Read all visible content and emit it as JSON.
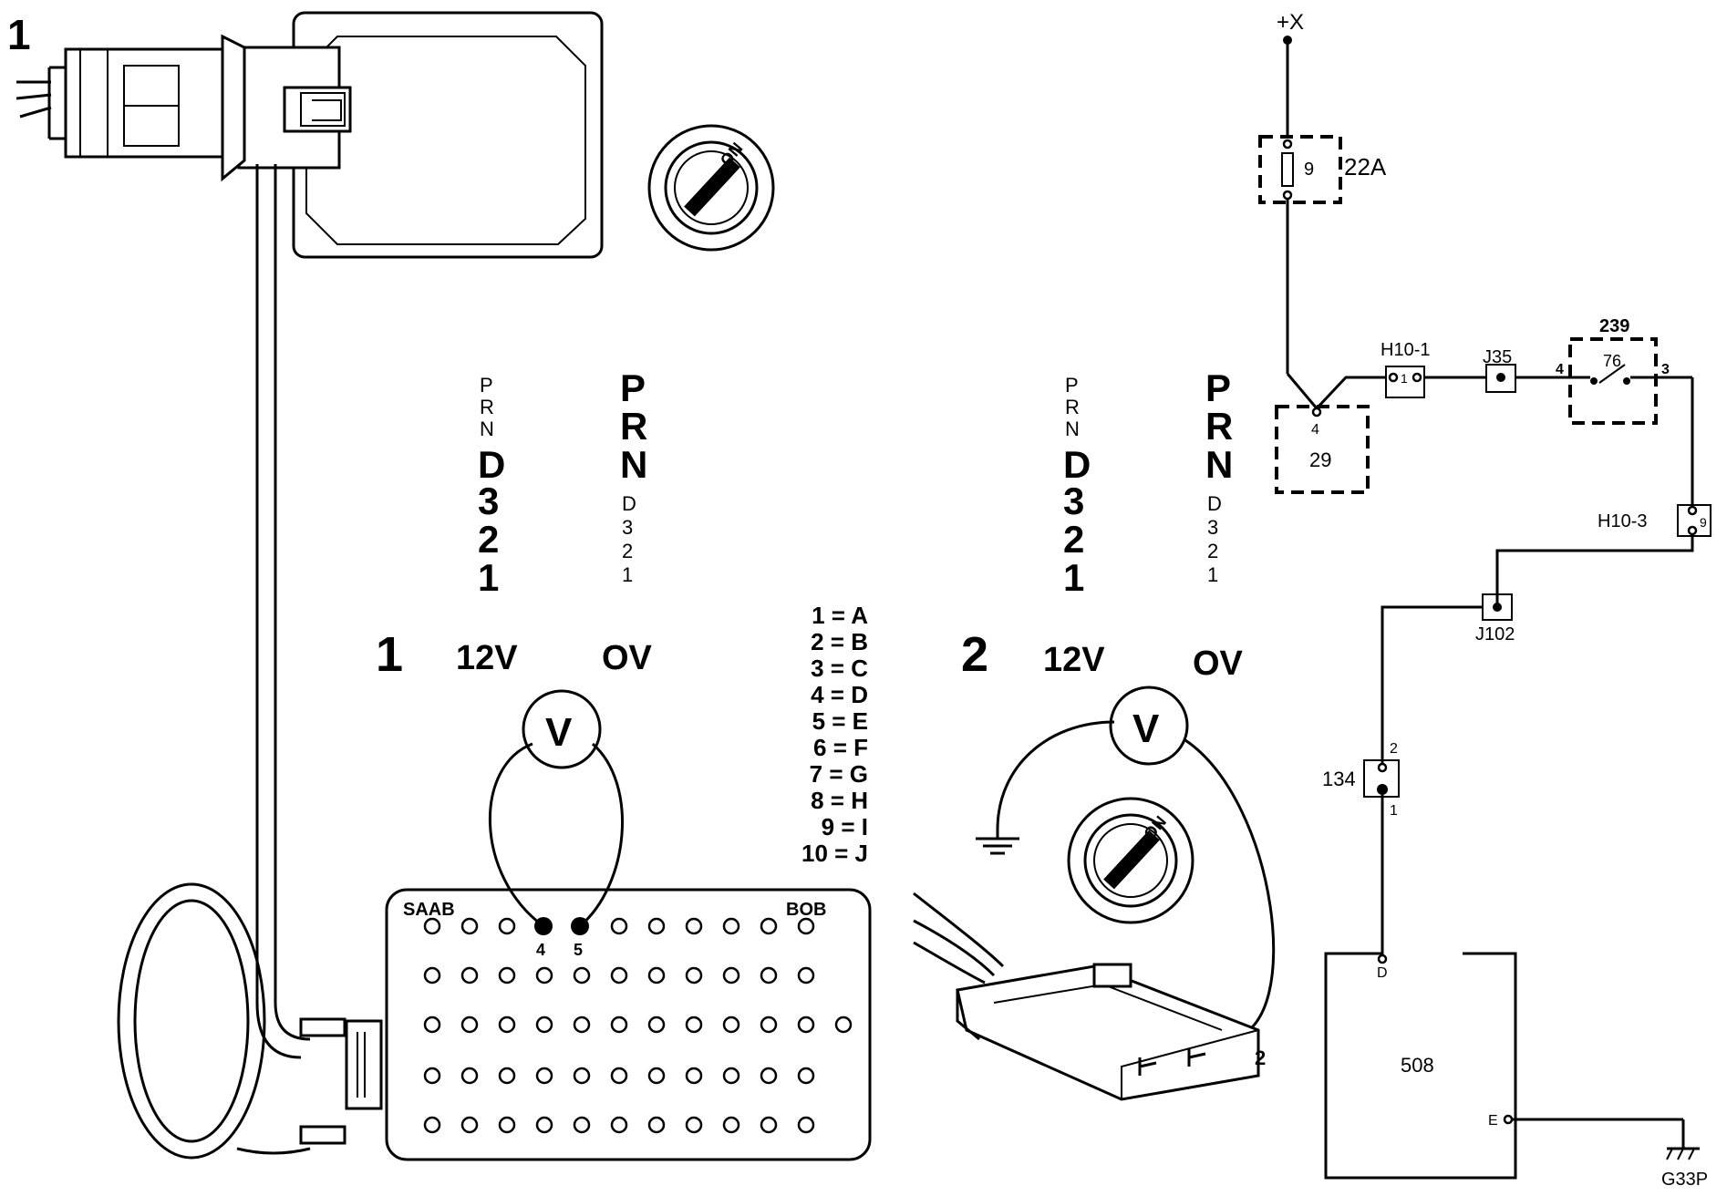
{
  "figure_number": "1",
  "harness": {
    "ignition_switch_label": "ON"
  },
  "gear_columns": {
    "left_small": [
      "P",
      "R",
      "N"
    ],
    "left_large": [
      "D",
      "3",
      "2",
      "1"
    ],
    "right_large": [
      "P",
      "R",
      "N"
    ],
    "right_small": [
      "D",
      "3",
      "2",
      "1"
    ]
  },
  "test1": {
    "number": "1",
    "left_reading": "12V",
    "right_reading": "OV",
    "meter_symbol": "V",
    "box_brand": "SAAB",
    "box_name": "BOB",
    "probe_pin_a": "4",
    "probe_pin_b": "5"
  },
  "pin_map": [
    "1 = A",
    "2 = B",
    "3 = C",
    "4 = D",
    "5 = E",
    "6 = F",
    "7 = G",
    "8 = H",
    "9 = I",
    "10 = J"
  ],
  "test2": {
    "number": "2",
    "left_reading": "12V",
    "right_reading": "OV",
    "meter_symbol": "V",
    "switch_label": "ON",
    "connector_pin": "2"
  },
  "schematic": {
    "supply": "+X",
    "fuse_box": "22A",
    "fuse_number": "9",
    "node_29": "29",
    "node_29_pin": "4",
    "h10_1": "H10-1",
    "h10_1_pin": "1",
    "j35": "J35",
    "relay_id": "239",
    "relay_number": "76",
    "relay_pin_in": "4",
    "relay_pin_out": "3",
    "h10_3": "H10-3",
    "h10_3_pin": "9",
    "j102": "J102",
    "conn_134": "134",
    "conn_134_pin_top": "2",
    "conn_134_pin_bottom": "1",
    "module": "508",
    "module_pin_d": "D",
    "module_pin_e": "E",
    "ground": "G33P"
  }
}
